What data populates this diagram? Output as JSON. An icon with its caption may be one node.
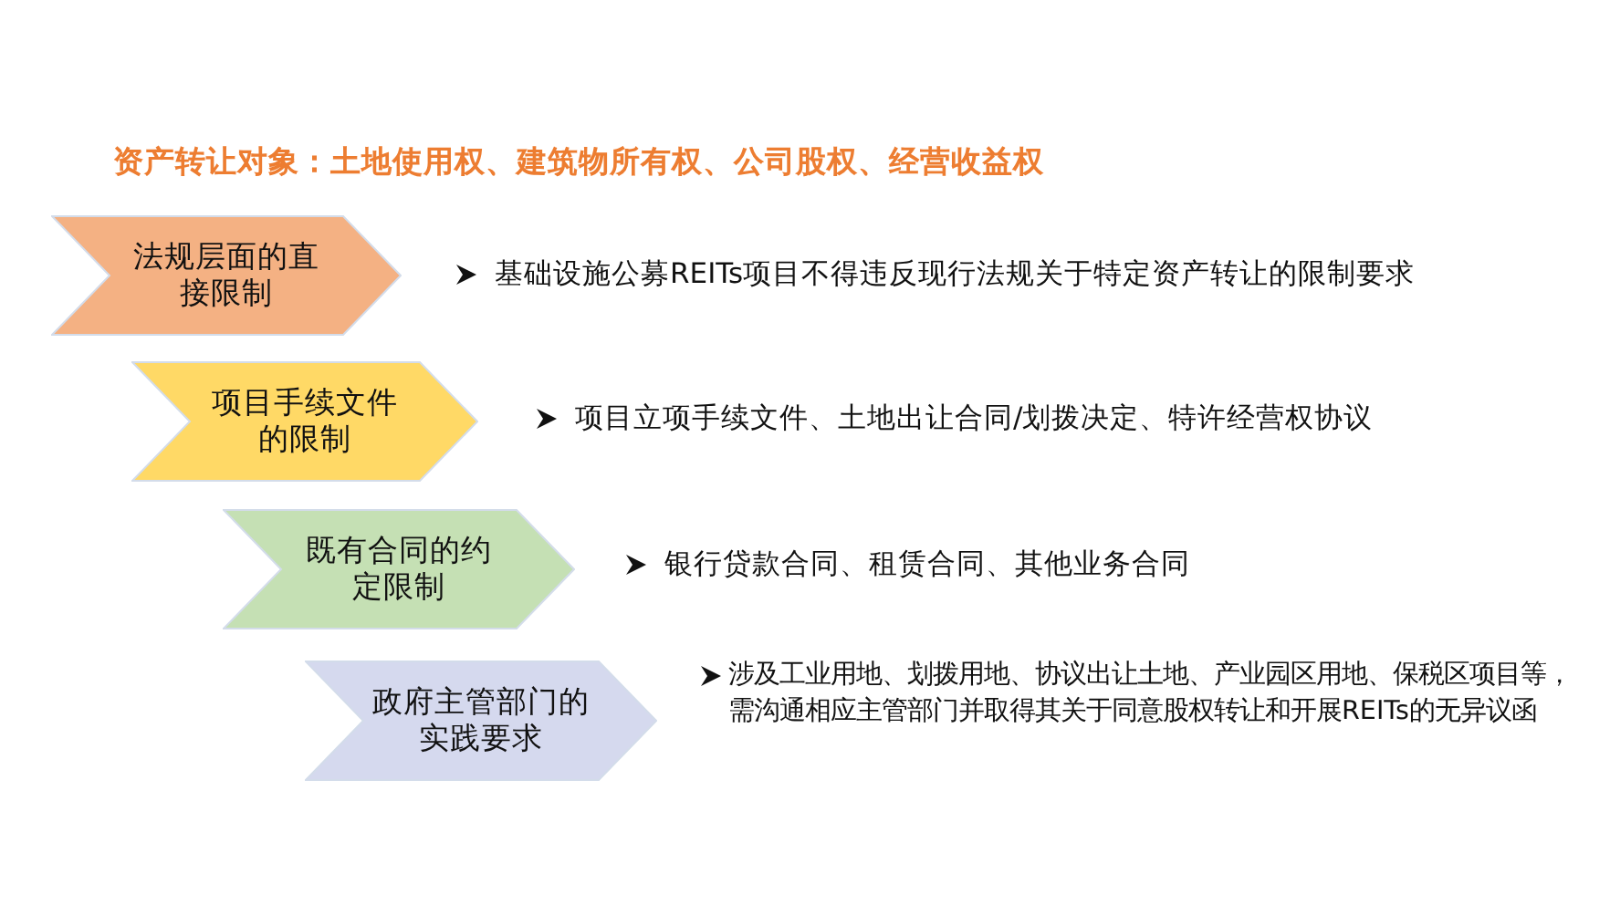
{
  "diagram": {
    "title": "资产转让对象：土地使用权、建筑物所有权、公司股权、经营收益权",
    "nodes": [
      {
        "text": [
          "法规层面的直接限制"
        ],
        "beside": [
          "基础设施公募REITs项目不得违反现行法规关于特定资产转让的限制要求"
        ]
      },
      {
        "text": [
          "项目手续文件的限制"
        ],
        "beside": [
          "项目立项手续文件、土地出让合同/划拨决定、特许经营权协议"
        ]
      },
      {
        "text": [
          "既有合同的约定限制"
        ],
        "beside": [
          "银行贷款合同、租赁合同、其他业务合同"
        ]
      },
      {
        "text": [
          "政府主管部门的实践要求"
        ],
        "beside": [
          "涉及工业用地、划拨用地、协议出让土地、产业园区用地、保税区项目等，需沟通相应主管部门并取得其关于同意股权转让和开展REITs的无异议函"
        ]
      }
    ],
    "edges": []
  }
}
